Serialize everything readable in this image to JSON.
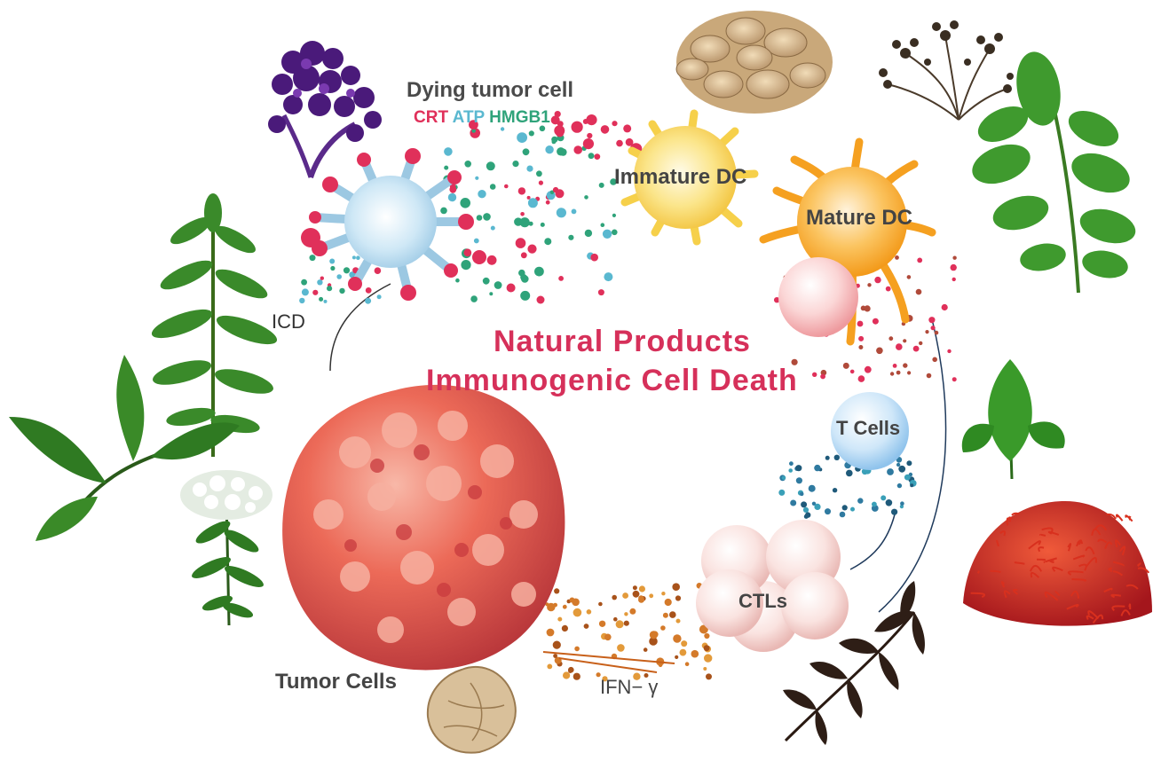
{
  "title": {
    "line1": "Natural Products",
    "line2": "Immunogenic Cell Death",
    "color": "#d6305a"
  },
  "labels": {
    "dying_tumor_cell": "Dying tumor cell",
    "crt": "CRT",
    "atp": "ATP",
    "hmgb1": "HMGB1",
    "immature_dc": "Immature DC",
    "mature_dc": "Mature DC",
    "t_cells": "T Cells",
    "ctls": "CTLs",
    "ifn_gamma": "IFN− γ",
    "tumor_cells": "Tumor Cells",
    "icd": "ICD"
  },
  "colors": {
    "crt": "#e0305a",
    "atp": "#5ab8d0",
    "hmgb1": "#2fa37a",
    "text": "#444444",
    "tumor": "#e8584a",
    "immature_dc": "#f6d44a",
    "mature_dc": "#f5a020",
    "t_cell": "#8fc8f0",
    "ctl": "#f7d9d6",
    "ifn": "#d47a2a",
    "leaf": "#2f8a22"
  },
  "icons": [
    "purple-flower-icon",
    "leafy-herb-icon",
    "broad-leaf-icon",
    "white-flower-herb-icon",
    "root-slices-icon",
    "dried-seed-head-icon",
    "green-sprig-icon",
    "green-leaf-icon",
    "saffron-pile-icon",
    "dark-dried-leaves-icon",
    "dried-slice-icon"
  ]
}
